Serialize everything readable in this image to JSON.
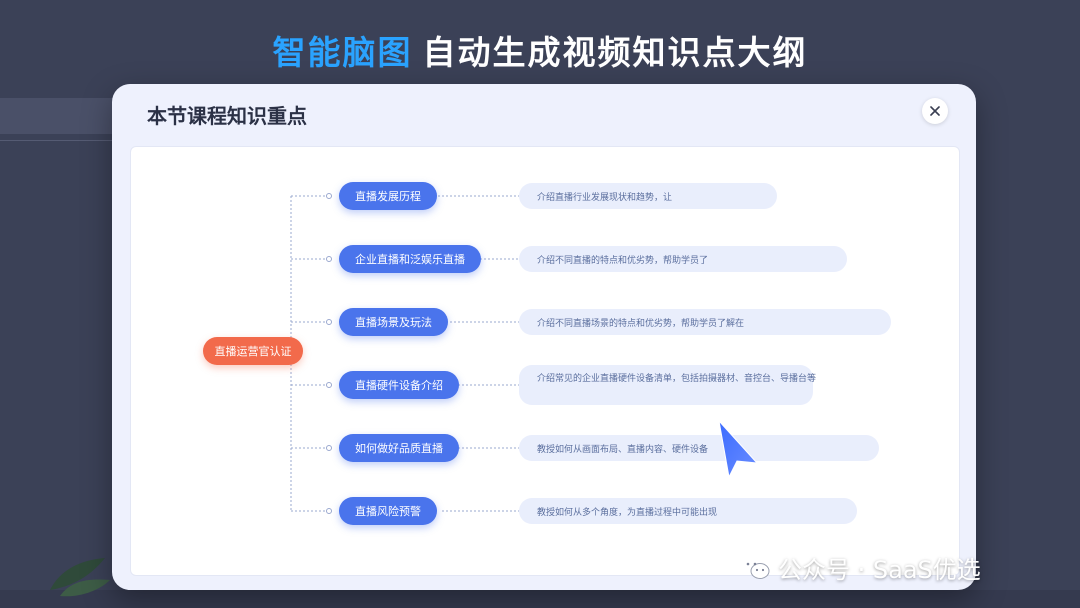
{
  "headline": {
    "highlight": "智能脑图",
    "rest": "自动生成视频知识点大纲"
  },
  "dialog": {
    "title": "本节课程知识重点"
  },
  "mindmap": {
    "root": "直播运营官认证",
    "branches": [
      {
        "label": "直播发展历程",
        "desc": "介绍直播行业发展现状和趋势，让"
      },
      {
        "label": "企业直播和泛娱乐直播",
        "desc": "介绍不同直播的特点和优劣势，帮助学员了"
      },
      {
        "label": "直播场景及玩法",
        "desc": "介绍不同直播场景的特点和优劣势，帮助学员了解在"
      },
      {
        "label": "直播硬件设备介绍",
        "desc": "介绍常见的企业直播硬件设备清单，包括拍摄器材、音控台、导播台等"
      },
      {
        "label": "如何做好品质直播",
        "desc": "教授如何从画面布局、直播内容、硬件设备"
      },
      {
        "label": "直播风险预警",
        "desc": "教授如何从多个角度，为直播过程中可能出现"
      }
    ]
  },
  "watermark": {
    "text": "公众号 · SaaS优选"
  },
  "colors": {
    "accent": "#2aa3ff",
    "node": "#4a74ec",
    "root": "#f26a4b"
  },
  "icons": {
    "close": "close-icon",
    "cursor": "cursor-arrow-icon",
    "wechat": "wechat-icon"
  }
}
